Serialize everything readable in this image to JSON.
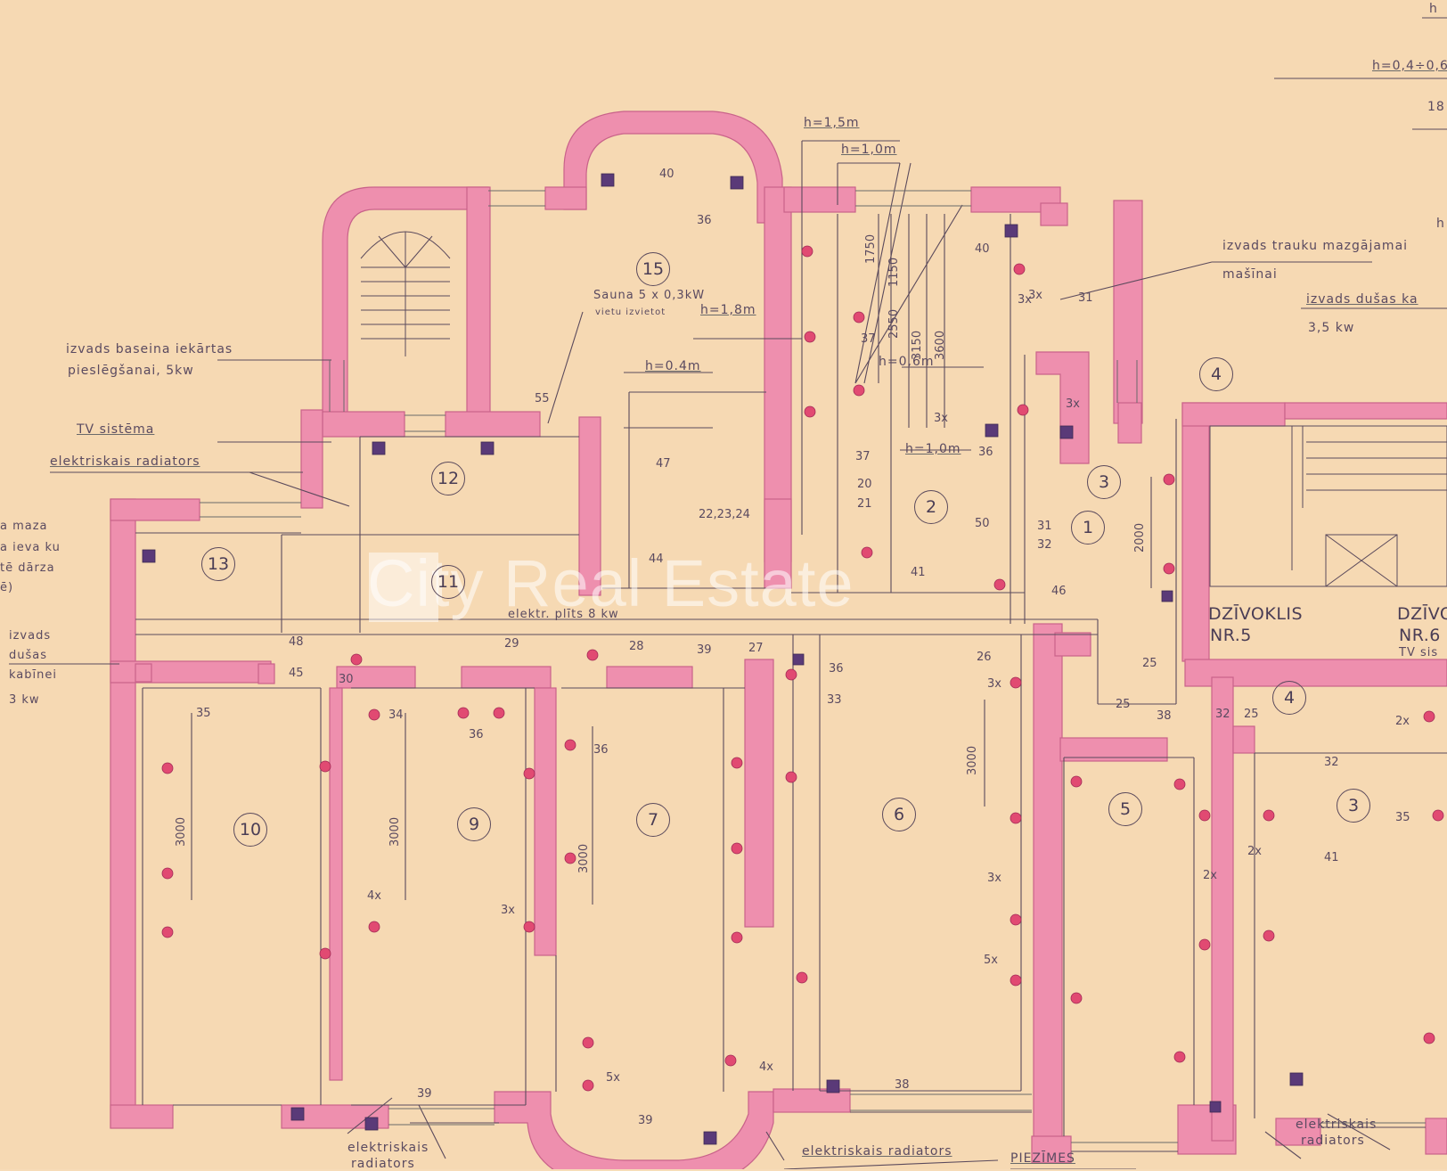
{
  "watermark": "City Real Estate",
  "colors": {
    "paper": "#f7dcb8",
    "wall": "#ee8fae",
    "line": "#5b4a5c",
    "fixture": "#5a3a78"
  },
  "rooms": [
    "15",
    "12",
    "13",
    "11",
    "10",
    "9",
    "7",
    "6",
    "5",
    "3",
    "2",
    "1",
    "3",
    "4",
    "4"
  ],
  "labels": {
    "h15": "h=1,5m",
    "h10a": "h=1,0m",
    "h18": "h=1,8m",
    "h04": "h=0.4m",
    "h06": "h=0,6m",
    "h10b": "h=1,0m",
    "h_top": "h=0,4÷0,6",
    "tr_h": "h",
    "tr_18": "18",
    "tr_h2": "h",
    "pool1": "izvads baseina iekārtas",
    "pool2": "pieslēgšanai, 5kw",
    "tv": "TV sistēma",
    "radiator_left": "elektriskais radiators",
    "sauna1": "Sauna 5 x 0,3kW",
    "sauna2": "vietu izvietot",
    "dish1": "izvads trauku mazgājamai",
    "dish2": "mašīnai",
    "shower_top1": "izvads dušas ka",
    "shower_top2": "3,5 kw",
    "left_note1": "a maza",
    "left_note2": "a ieva ku",
    "left_note3": "tē dārza",
    "left_note4": "ē)",
    "shower_left1": "izvads",
    "shower_left2": "dušas",
    "shower_left3": "kabīnei",
    "shower_left4": "3 kw",
    "electric_kitchen": "elektr. plīts  8 kw",
    "apt5_1": "DZĪVOKLIS",
    "apt5_2": "NR.5",
    "apt6_1": "DZĪVO",
    "apt6_2": "NR.6",
    "tv_sis": "TV sis",
    "rad_bottom_left1": "elektriskais",
    "rad_bottom_left2": "radiators",
    "rad_bottom_mid": "elektriskais radiators",
    "rad_bottom_right1": "elektriskais",
    "rad_bottom_right2": "radiators",
    "piezimes": "PIEZĪMES"
  },
  "dims": {
    "d3000a": "3000",
    "d3000b": "3000",
    "d3000c": "3000",
    "d3000d": "3000",
    "d2000": "2000",
    "d1750": "1750",
    "d1150": "1150",
    "d2550": "2550",
    "d3150": "3150",
    "d3600": "3600"
  },
  "nums": [
    "40",
    "36",
    "55",
    "47",
    "22,23,24",
    "44",
    "48",
    "45",
    "30",
    "29",
    "28",
    "39",
    "27",
    "36",
    "33",
    "26",
    "35",
    "34",
    "36",
    "36",
    "39",
    "39",
    "38",
    "37",
    "37",
    "20",
    "21",
    "41",
    "50",
    "31",
    "32",
    "46",
    "36",
    "25",
    "38",
    "32",
    "25",
    "31",
    "3x",
    "3x",
    "40",
    "3x",
    "25",
    "32",
    "41",
    "35",
    "2x",
    "4x",
    "5x",
    "3x",
    "3x",
    "5x",
    "3x",
    "4x",
    "2x",
    "2x",
    "3x"
  ]
}
